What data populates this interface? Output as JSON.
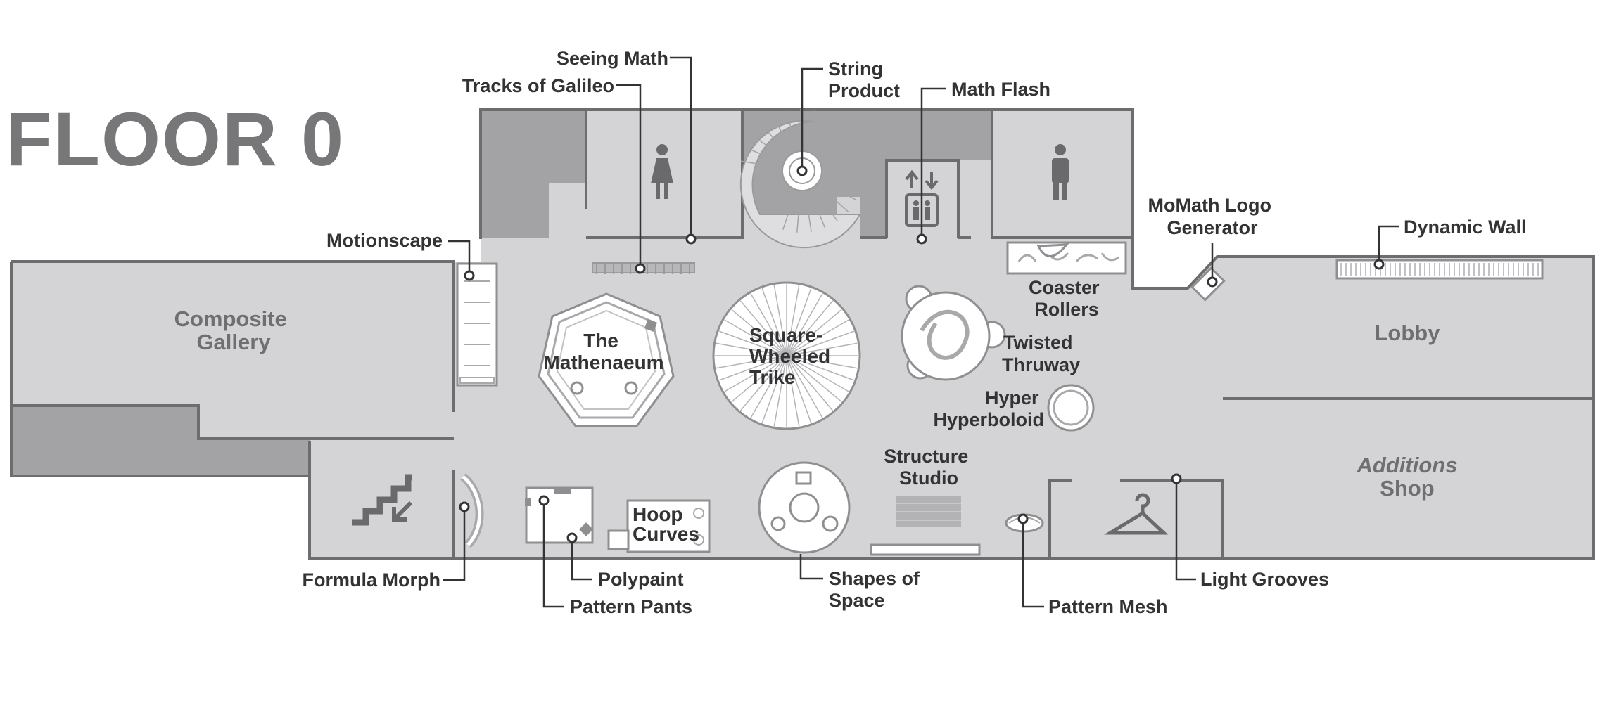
{
  "floor_title": "FLOOR 0",
  "rooms": {
    "composite_gallery": [
      "Composite",
      "Gallery"
    ],
    "lobby": "Lobby",
    "additions_shop": {
      "brand": "Additions",
      "label": "Shop"
    }
  },
  "exhibits_inline": {
    "mathenaeum": [
      "The",
      "Mathenaeum"
    ],
    "square_wheeled_trike": [
      "Square-",
      "Wheeled",
      "Trike"
    ],
    "hoop_curves": [
      "Hoop",
      "Curves"
    ]
  },
  "callouts": {
    "seeing_math": "Seeing Math",
    "tracks_of_galileo": "Tracks of Galileo",
    "string_product": [
      "String",
      "Product"
    ],
    "math_flash": "Math Flash",
    "motionscape": "Motionscape",
    "momath_logo_generator": [
      "MoMath Logo",
      "Generator"
    ],
    "dynamic_wall": "Dynamic Wall",
    "coaster_rollers": [
      "Coaster",
      "Rollers"
    ],
    "twisted_thruway": [
      "Twisted",
      "Thruway"
    ],
    "hyper_hyperboloid": [
      "Hyper",
      "Hyperboloid"
    ],
    "structure_studio": [
      "Structure",
      "Studio"
    ],
    "formula_morph": "Formula Morph",
    "polypaint": "Polypaint",
    "pattern_pants": "Pattern Pants",
    "shapes_of_space": [
      "Shapes of",
      "Space"
    ],
    "pattern_mesh": "Pattern Mesh",
    "light_grooves": "Light Grooves"
  },
  "icons": [
    "womens-restroom-icon",
    "mens-restroom-icon",
    "elevator-icon",
    "stairs-down-icon",
    "coat-check-hanger-icon"
  ],
  "colors": {
    "floor": "#d4d4d6",
    "dark_area": "#a3a3a6",
    "wall": "#6d6d70",
    "label": "#333335",
    "title": "#77777a"
  }
}
